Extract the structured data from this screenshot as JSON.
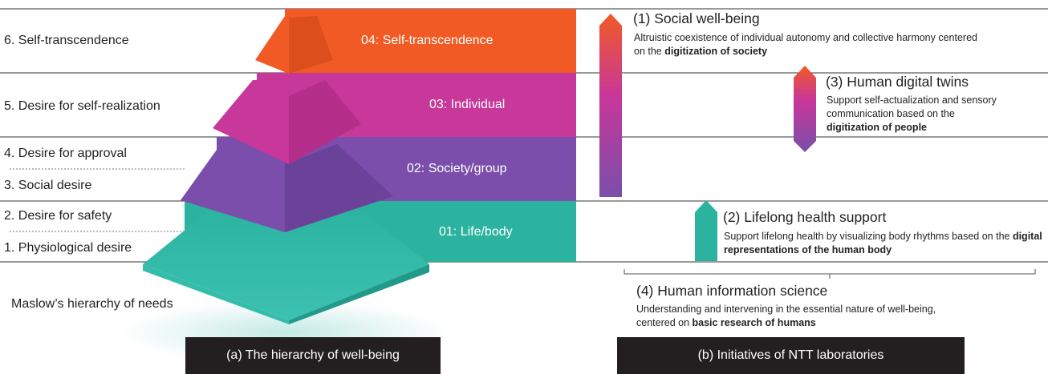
{
  "colors": {
    "self_transcendence": "#f15a24",
    "individual": "#c8379a",
    "society": "#7a4eaa",
    "life_body": "#2bb3a0",
    "caption_bg": "#231f20",
    "rule": "#333333"
  },
  "maslow": {
    "levels": [
      "6. Self-transcendence",
      "5. Desire for self-realization",
      "4. Desire for approval",
      "3. Social desire",
      "2. Desire for safety",
      "1. Physiological desire"
    ],
    "caption": "Maslow’s hierarchy of needs"
  },
  "wellbeing_levels": [
    "04: Self-transcendence",
    "03: Individual",
    "02: Society/group",
    "01: Life/body"
  ],
  "initiatives": {
    "social": {
      "title": "(1) Social well-being",
      "desc_pre": "Altruistic coexistence of individual autonomy and collective harmony centered on the ",
      "desc_bold": "digitization of society"
    },
    "twins": {
      "title": "(3) Human digital twins",
      "desc_pre": "Support self-actualization and sensory communication based on the ",
      "desc_bold": "digitization of people"
    },
    "health": {
      "title": "(2) Lifelong health support",
      "desc_pre": "Support lifelong health by visualizing body rhythms based on the ",
      "desc_bold": "digital representations of the human body"
    },
    "science": {
      "title": "(4) Human information science",
      "desc_pre": "Understanding and intervening in the essential nature of well-being, centered on ",
      "desc_bold": "basic research of humans"
    }
  },
  "captions": {
    "a": "(a) The hierarchy of well-being",
    "b": "(b) Initiatives of NTT laboratories"
  }
}
